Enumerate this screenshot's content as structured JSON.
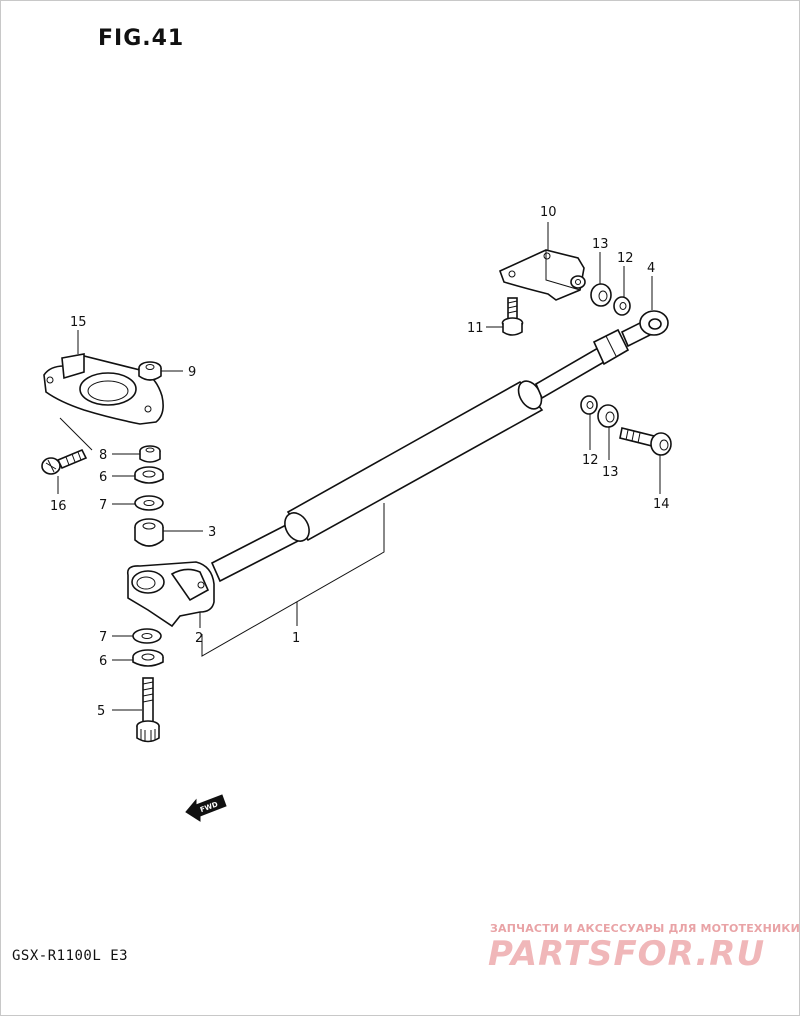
{
  "figure": {
    "title": "FIG.41"
  },
  "model": "GSX-R1100L E3",
  "fwd_label": "FWD",
  "watermark": {
    "tagline": "ЗАПЧАСТИ И АКСЕССУАРЫ ДЛЯ МОТОТЕХНИКИ",
    "logo": "PARTSFOR.RU"
  },
  "callouts": {
    "c1": "1",
    "c2": "2",
    "c3": "3",
    "c4": "4",
    "c5": "5",
    "c6a": "6",
    "c6b": "6",
    "c7a": "7",
    "c7b": "7",
    "c8": "8",
    "c9": "9",
    "c10": "10",
    "c11": "11",
    "c12a": "12",
    "c12b": "12",
    "c13a": "13",
    "c13b": "13",
    "c14": "14",
    "c15": "15",
    "c16": "16"
  }
}
